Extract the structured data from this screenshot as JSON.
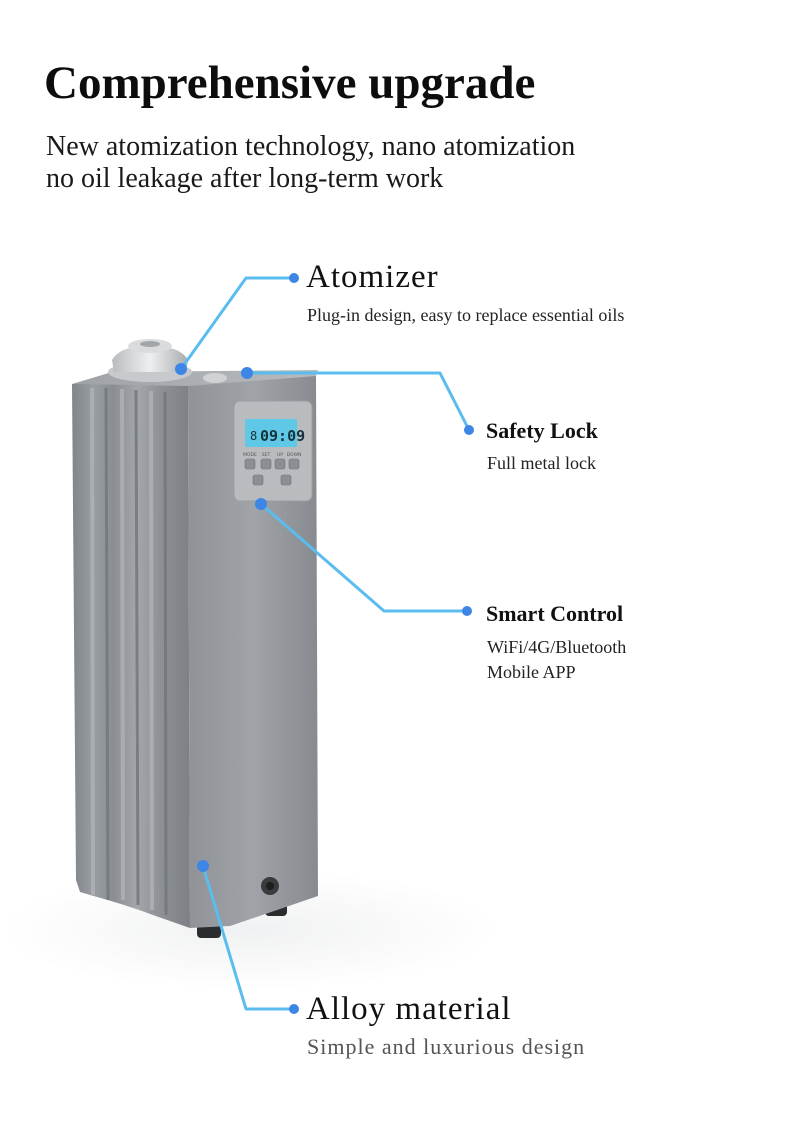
{
  "header": {
    "title": "Comprehensive upgrade",
    "subtitle_line1": "New atomization technology, nano atomization",
    "subtitle_line2": "no oil leakage after long-term work"
  },
  "features": {
    "atomizer": {
      "title": "Atomizer",
      "description": "Plug-in design, easy to replace essential oils"
    },
    "safety_lock": {
      "title": "Safety Lock",
      "description": "Full metal lock"
    },
    "smart_control": {
      "title": "Smart Control",
      "description_line1": "WiFi/4G/Bluetooth",
      "description_line2": "Mobile APP"
    },
    "alloy_material": {
      "title": "Alloy material",
      "description": "Simple and luxurious design"
    }
  },
  "device_panel": {
    "display_prefix": "8",
    "display_value": "09:09",
    "buttons": [
      "MODE",
      "SET",
      "UP",
      "DOWN"
    ]
  },
  "colors": {
    "callout_line": "#5bbcef",
    "callout_dot": "#3d86e6",
    "device_body": "#8e9297",
    "lcd_background": "#5ec8e6"
  }
}
